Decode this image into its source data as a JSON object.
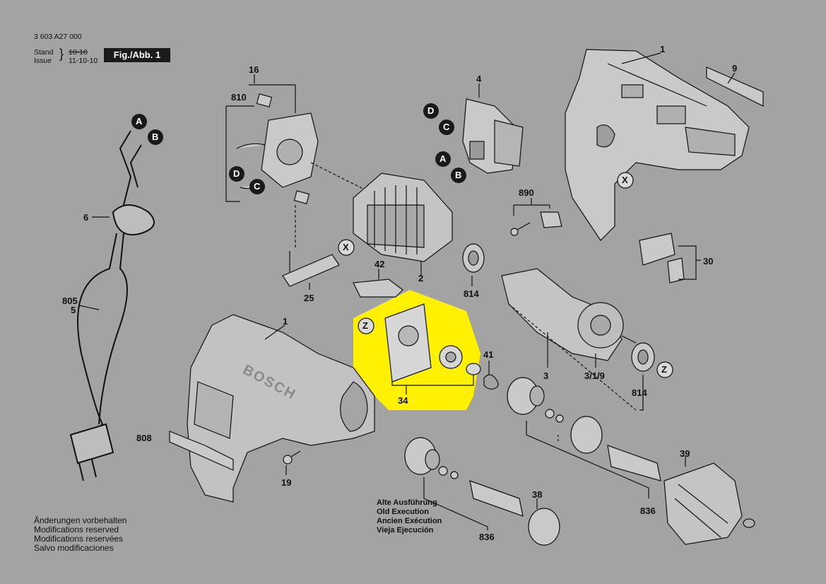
{
  "header": {
    "doc_number": "3 603 A27 000",
    "stand_label": "Stand",
    "issue_label": "Issue",
    "stand_date": "10-10",
    "issue_date": "11-10-10",
    "figure_label": "Fig./Abb. 1"
  },
  "notes": {
    "line1": "Änderungen vorbehalten",
    "line2": "Modifications reserved",
    "line3": "Modifications reservées",
    "line4": "Salvo modificaciones"
  },
  "old_execution": {
    "line1": "Alte Ausführung",
    "line2": "Old Execution",
    "line3": "Ancien Exécution",
    "line4": "Vieja Ejecución"
  },
  "part_numbers": {
    "p1_top": "1",
    "p9": "9",
    "p4": "4",
    "p16": "16",
    "p810": "810",
    "p6": "6",
    "p805": "805",
    "p5": "5",
    "p890": "890",
    "p30": "30",
    "p2": "2",
    "p42": "42",
    "p25": "25",
    "p814_a": "814",
    "p814_b": "814",
    "p3": "3",
    "p3_1_9": "3/1/9",
    "p41": "41",
    "p34": "34",
    "p1_body": "1",
    "p808": "808",
    "p19": "19",
    "p39": "39",
    "p836_a": "836",
    "p836_b": "836",
    "p38": "38"
  },
  "markers": {
    "A": "A",
    "B": "B",
    "C": "C",
    "D": "D",
    "X": "X",
    "Z": "Z"
  },
  "brand": "BOSCH",
  "colors": {
    "background": "#a3a3a3",
    "highlight": "#fff100",
    "line": "#111111",
    "marker_dark": "#1a1a1a"
  }
}
